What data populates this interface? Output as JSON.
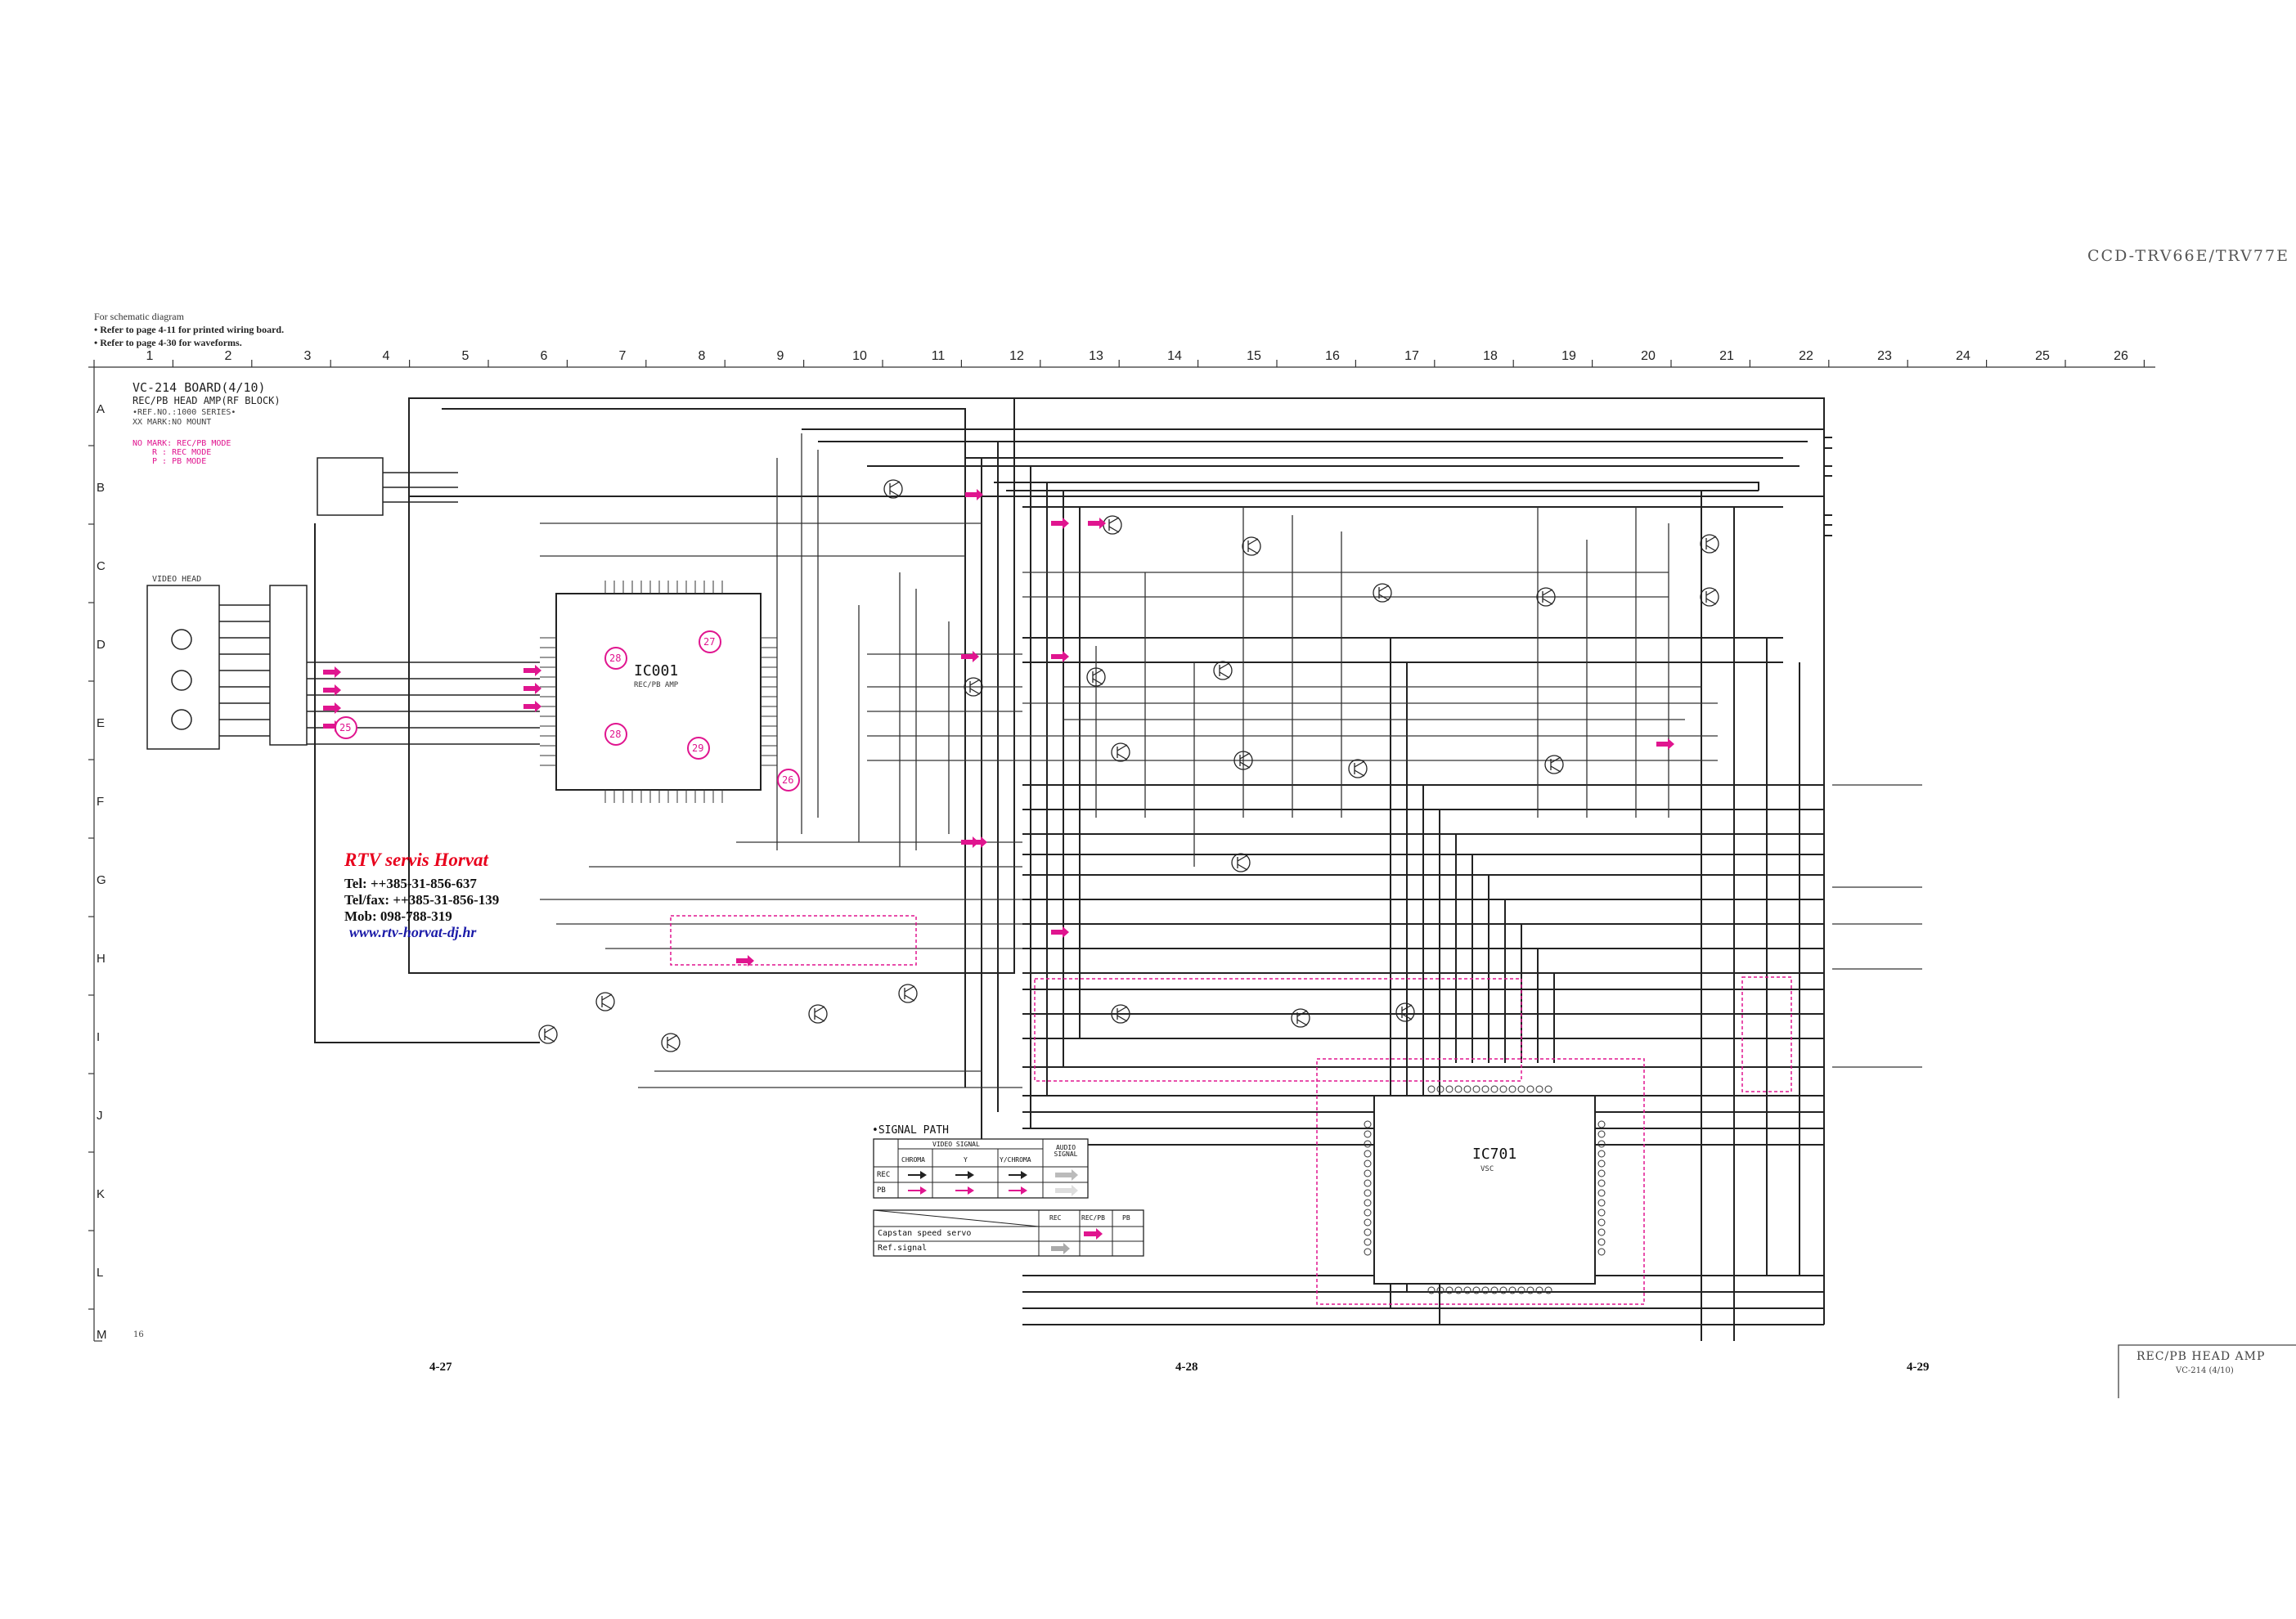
{
  "header": {
    "model": "CCD-TRV66E/TRV77E",
    "ref_header": "For schematic diagram",
    "ref_notes": [
      "• Refer to page 4-11 for printed wiring board.",
      "• Refer to page 4-30 for waveforms."
    ]
  },
  "grid": {
    "columns": [
      "1",
      "2",
      "3",
      "4",
      "5",
      "6",
      "7",
      "8",
      "9",
      "10",
      "11",
      "12",
      "13",
      "14",
      "15",
      "16",
      "17",
      "18",
      "19",
      "20",
      "21",
      "22",
      "23",
      "24",
      "25",
      "26"
    ],
    "rows": [
      "A",
      "B",
      "C",
      "D",
      "E",
      "F",
      "G",
      "H",
      "I",
      "J",
      "K",
      "L",
      "M"
    ]
  },
  "board": {
    "title": "VC-214 BOARD(4/10)",
    "subtitle": "REC/PB HEAD AMP(RF BLOCK)",
    "ref_no": "•REF.NO.:1000 SERIES•",
    "mount": "XX MARK:NO MOUNT",
    "modes": [
      "NO MARK: REC/PB MODE",
      "R : REC MODE",
      "P : PB MODE"
    ]
  },
  "blocks": {
    "video_head": "VIDEO HEAD",
    "ic001": "IC001",
    "ic001_sub": "REC/PB AMP",
    "ic701": "IC701",
    "ic701_sub": "VSC"
  },
  "probes": [
    "28",
    "27",
    "28",
    "29",
    "26",
    "25"
  ],
  "stamp": {
    "line1": "RTV servis Horvat",
    "tel": "Tel:      ++385-31-856-637",
    "fax": "Tel/fax: ++385-31-856-139",
    "mob": "Mob:      098-788-319",
    "url": "www.rtv-horvat-dj.hr"
  },
  "signal_path": {
    "title": "•SIGNAL PATH",
    "group": "VIDEO SIGNAL",
    "cols": [
      "CHROMA",
      "Y",
      "Y/CHROMA",
      "AUDIO SIGNAL"
    ],
    "rows": [
      "REC",
      "PB"
    ],
    "table2_cols": [
      "REC",
      "REC/PB",
      "PB"
    ],
    "table2_rows": [
      "Capstan speed servo",
      "Ref.signal"
    ]
  },
  "pages": [
    "4-27",
    "4-28",
    "4-29"
  ],
  "footer": {
    "title": "REC/PB HEAD AMP",
    "sub": "VC-214 (4/10)",
    "num": "16"
  },
  "colors": {
    "magenta": "#e0158f",
    "ink": "#222222",
    "stamp_red": "#e8001c",
    "stamp_blue": "#1a1aa8"
  }
}
